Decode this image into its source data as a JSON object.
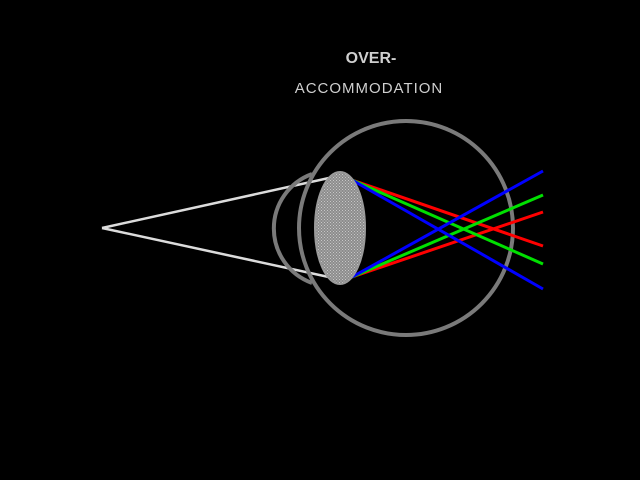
{
  "title": {
    "line1": "OVER-",
    "line2": "ACCOMMODATION"
  },
  "colors": {
    "background": "#000000",
    "eyeball": "#7a7a7a",
    "cornea": "#7a7a7a",
    "lens_fill": "#9a9a9a",
    "incoming_rays": "#dcdcdc",
    "title_text": "#cfcfcf",
    "ray_red": "#ff0000",
    "ray_green": "#00e000",
    "ray_blue": "#0000ff"
  },
  "rays": [
    {
      "name": "red",
      "color": "#ff0000"
    },
    {
      "name": "green",
      "color": "#00e000"
    },
    {
      "name": "blue",
      "color": "#0000ff"
    }
  ]
}
